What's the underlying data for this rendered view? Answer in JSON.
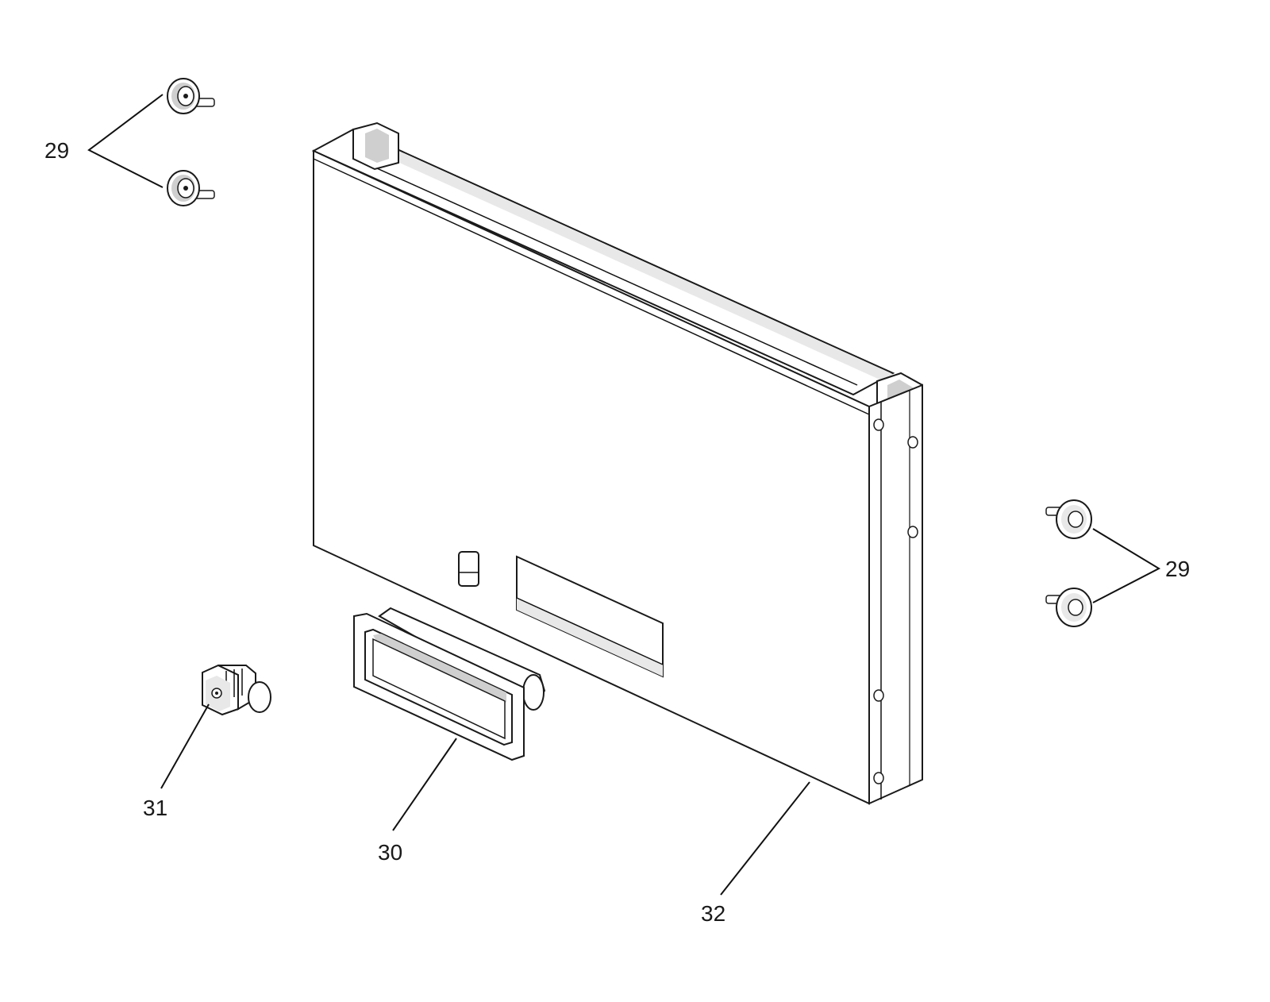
{
  "diagram": {
    "parts": [
      {
        "id": "screws-top-left",
        "label": "29"
      },
      {
        "id": "screws-right",
        "label": "29"
      },
      {
        "id": "handle-recess",
        "label": "30"
      },
      {
        "id": "latch-clip",
        "label": "31"
      },
      {
        "id": "panel-frame",
        "label": "32"
      }
    ]
  }
}
